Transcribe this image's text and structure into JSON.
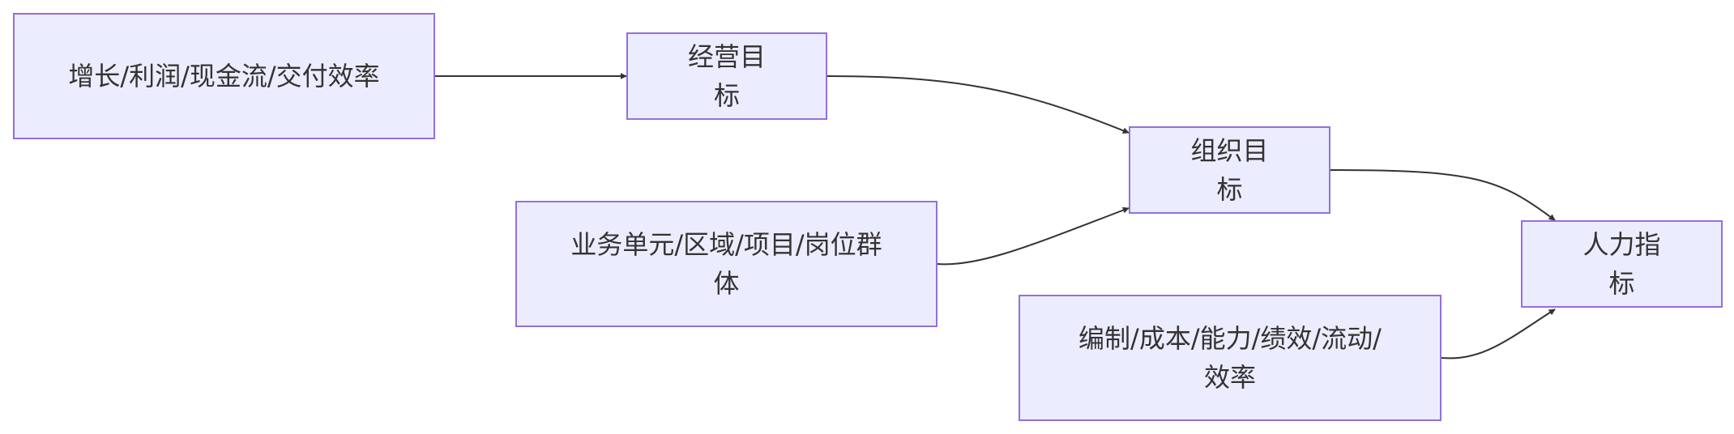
{
  "nodes": {
    "growth": {
      "label": "增长/利润/现金流/交付效率"
    },
    "business_goal": {
      "label": "经营目标"
    },
    "org_goal": {
      "label": "组织目标"
    },
    "units": {
      "label": "业务单元/区域/项目/岗位群体"
    },
    "hr_metrics": {
      "label": "人力指标"
    },
    "hr_dims": {
      "label": "编制/成本/能力/绩效/流动/效率"
    }
  },
  "edges": [
    {
      "from": "growth",
      "to": "business_goal"
    },
    {
      "from": "business_goal",
      "to": "org_goal"
    },
    {
      "from": "units",
      "to": "org_goal"
    },
    {
      "from": "org_goal",
      "to": "hr_metrics"
    },
    {
      "from": "hr_dims",
      "to": "hr_metrics"
    }
  ],
  "colors": {
    "node_fill": "#ECECFF",
    "node_border": "#9370DB",
    "edge": "#333333",
    "text": "#333333"
  }
}
